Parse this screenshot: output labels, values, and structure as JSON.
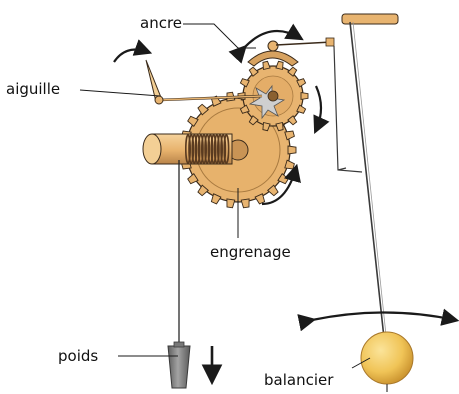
{
  "labels": {
    "ancre": "ancre",
    "aiguille": "aiguille",
    "engrenage": "engrenage",
    "poids": "poids",
    "balancier": "balancier"
  },
  "colors": {
    "brass": "#e8b470",
    "brass_dark": "#b98547",
    "brass_light": "#f3cf95",
    "outline": "#3a2a1a",
    "coil": "#5a3b20",
    "weight": "#7e7e7e",
    "steel": "#b8bcc8",
    "arrow": "#1a1a1a",
    "bob": "#f1c55a",
    "bob_shadow": "#c9912d"
  },
  "icons": {
    "motion_arrows": "curved-arrow-icon",
    "down_arrow": "down-arrow-icon"
  }
}
